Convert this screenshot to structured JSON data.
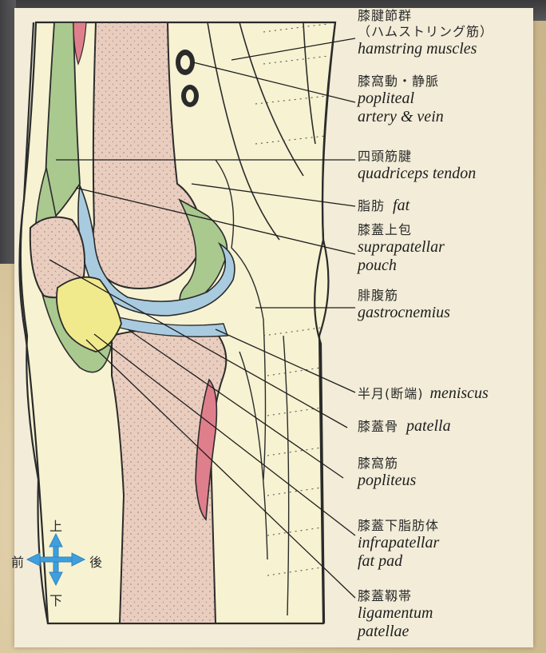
{
  "labels": {
    "hamstring": {
      "jp": "膝腱節群",
      "jp2": "（ハムストリング筋）",
      "en": "hamstring  muscles"
    },
    "popliteal": {
      "jp": "膝窩動・静脈",
      "en": "popliteal",
      "en2": "artery & vein"
    },
    "quadriceps": {
      "jp": "四頭筋腱",
      "en": "quadriceps  tendon"
    },
    "fat": {
      "jp": "脂肪",
      "en": "fat"
    },
    "suprapatellar": {
      "jp": "膝蓋上包",
      "en": "suprapatellar",
      "en2": "pouch"
    },
    "gastrocnemius": {
      "jp": "腓腹筋",
      "en": "gastrocnemius"
    },
    "meniscus": {
      "jp": "半月(断端)",
      "en": "meniscus"
    },
    "patella": {
      "jp": "膝蓋骨",
      "en": "patella"
    },
    "popliteus": {
      "jp": "膝窩筋",
      "en": "popliteus"
    },
    "infrapatellar": {
      "jp": "膝蓋下脂肪体",
      "en": "infrapatellar",
      "en2": "fat pad"
    },
    "ligamentum": {
      "jp": "膝蓋靱帯",
      "en": "ligamentum",
      "en2": "patellae"
    }
  },
  "compass": {
    "up": "上",
    "down": "下",
    "front": "前",
    "back": "後"
  },
  "colors": {
    "bone": "#e9cdbf",
    "cartilage_green": "#a9c98f",
    "pouch_blue": "#a9cbe0",
    "fat_pad_yellow": "#f1ea8c",
    "ligament_pink": "#df7f8c",
    "soft_tissue": "#f6f2d2",
    "compass_blue": "#3f9fdc"
  }
}
